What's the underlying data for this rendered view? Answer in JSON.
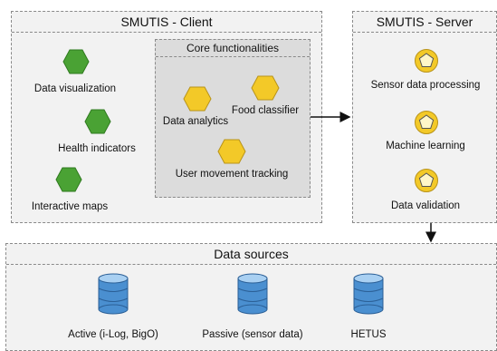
{
  "client": {
    "title": "SMUTIS - Client",
    "features": [
      {
        "label": "Data visualization",
        "icon": "green-hexagon-icon"
      },
      {
        "label": "Health indicators",
        "icon": "green-hexagon-icon"
      },
      {
        "label": "Interactive maps",
        "icon": "green-hexagon-icon"
      }
    ],
    "core": {
      "title": "Core functionalities",
      "items": [
        {
          "label": "Data analytics",
          "icon": "yellow-hexagon-icon"
        },
        {
          "label": "Food classifier",
          "icon": "yellow-hexagon-icon"
        },
        {
          "label": "User movement tracking",
          "icon": "yellow-hexagon-icon"
        }
      ]
    }
  },
  "server": {
    "title": "SMUTIS - Server",
    "items": [
      {
        "label": "Sensor data processing",
        "icon": "pentagon-circle-icon"
      },
      {
        "label": "Machine learning",
        "icon": "pentagon-circle-icon"
      },
      {
        "label": "Data validation",
        "icon": "pentagon-circle-icon"
      }
    ]
  },
  "sources": {
    "title": "Data sources",
    "items": [
      {
        "label": "Active (i-Log, BigO)",
        "icon": "database-icon"
      },
      {
        "label": "Passive (sensor data)",
        "icon": "database-icon"
      },
      {
        "label": "HETUS",
        "icon": "database-icon"
      }
    ]
  },
  "colors": {
    "green": "#4aa234",
    "yellow": "#f3c928",
    "db_blue": "#4a8fd0"
  }
}
